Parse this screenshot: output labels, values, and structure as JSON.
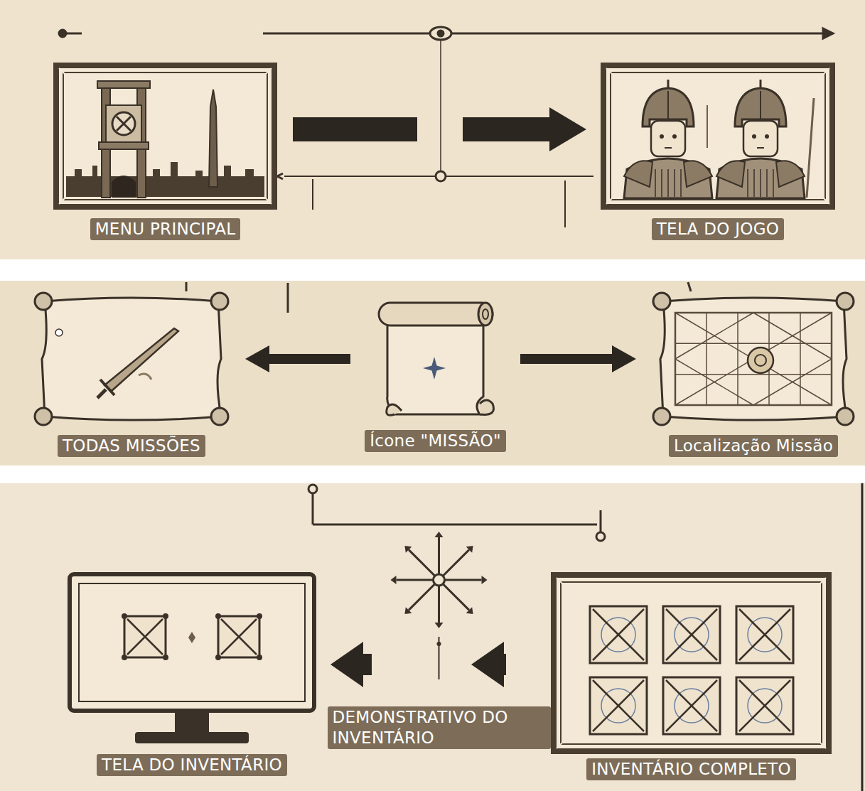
{
  "diagram": {
    "nodes": [
      {
        "text": [
          "MENU PRINCIPAL"
        ]
      },
      {
        "text": [
          "TELA DO JOGO"
        ]
      },
      {
        "text": [
          "TODAS MISSÕES"
        ]
      },
      {
        "text": [
          "Ícone \"MISSÃO\""
        ]
      },
      {
        "text": [
          "Localização Missão"
        ]
      },
      {
        "text": [
          "TELA DO INVENTÁRIO"
        ]
      },
      {
        "text": [
          "DEMONSTRATIVO DO INVENTÁRIO"
        ]
      },
      {
        "text": [
          "INVENTÁRIO COMPLETO"
        ]
      }
    ],
    "edges": [
      {
        "from": 0,
        "to": 1,
        "arrow": "to"
      },
      {
        "from": 3,
        "to": 2,
        "arrow": "to"
      },
      {
        "from": 3,
        "to": 4,
        "arrow": "to"
      },
      {
        "from": 6,
        "to": 5,
        "arrow": "to"
      },
      {
        "from": 6,
        "to": 7,
        "arrow": "to"
      }
    ]
  }
}
